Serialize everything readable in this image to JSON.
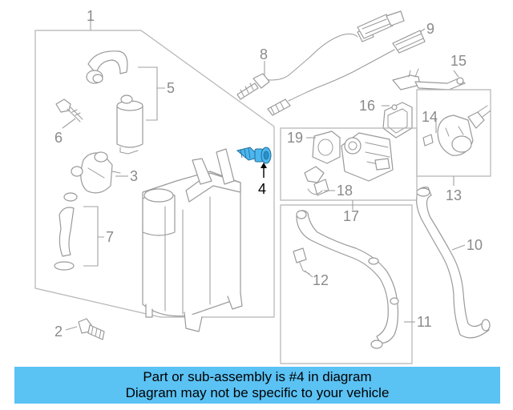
{
  "diagram": {
    "callouts": {
      "c1": "1",
      "c2": "2",
      "c3": "3",
      "c4": "4",
      "c5": "5",
      "c6": "6",
      "c7": "7",
      "c8": "8",
      "c9": "9",
      "c10": "10",
      "c11": "11",
      "c12": "12",
      "c13": "13",
      "c14": "14",
      "c15": "15",
      "c16": "16",
      "c17": "17",
      "c18": "18",
      "c19": "19"
    },
    "highlight_color": "#4db6ee"
  },
  "banner": {
    "line1": "Part or sub-assembly is #4 in diagram",
    "line2": "Diagram may not be specific to your vehicle",
    "color": "#5bc2f4"
  }
}
